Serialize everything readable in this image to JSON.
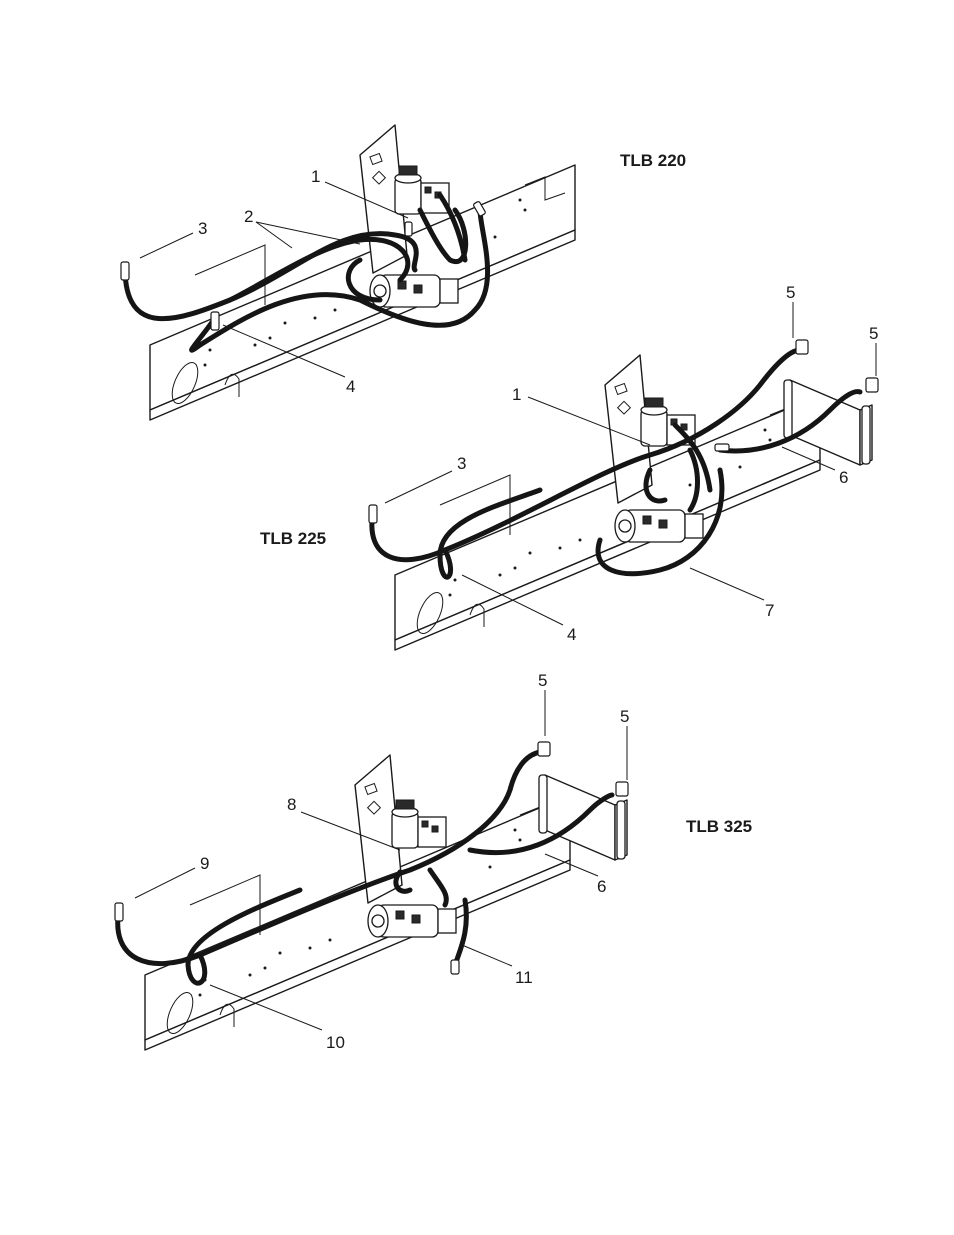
{
  "colors": {
    "ink": "#1a1a1a",
    "paper": "#ffffff",
    "hose": "#151515"
  },
  "sections": [
    {
      "id": "tlb220",
      "title": "TLB 220",
      "callouts": [
        "1",
        "2",
        "3",
        "4"
      ]
    },
    {
      "id": "tlb225",
      "title": "TLB 225",
      "callouts": [
        "1",
        "3",
        "4",
        "5",
        "5",
        "6",
        "7"
      ]
    },
    {
      "id": "tlb325",
      "title": "TLB 325",
      "callouts": [
        "5",
        "5",
        "6",
        "8",
        "9",
        "10",
        "11"
      ]
    }
  ]
}
